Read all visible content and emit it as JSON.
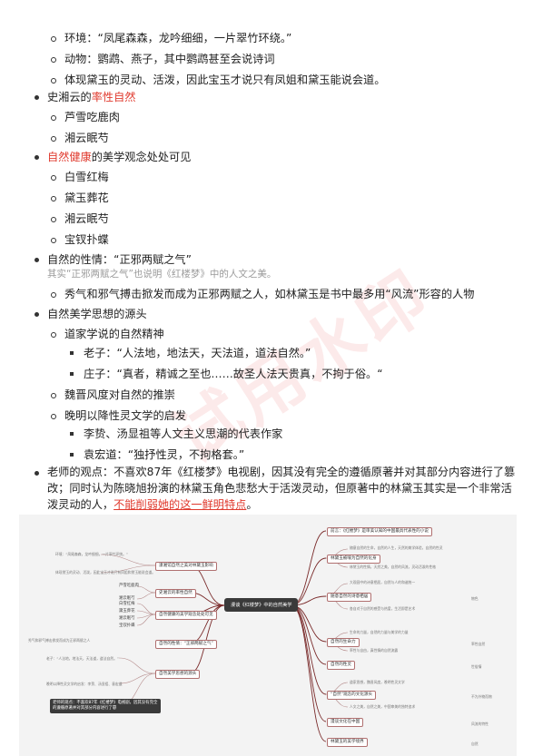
{
  "outline": {
    "env": "环境：“凤尾森森，龙吟细细，一片翠竹环绕。”",
    "animals": "动物：鹦鹉、燕子，其中鹦鹉甚至会说诗词",
    "reflect": "体现黛玉的灵动、活泼，因此宝玉才说只有凤姐和黛玉能说会道。",
    "xiangyun_pre": "史湘云的",
    "xiangyun_red": "率性自然",
    "lu": "芦雪吃鹿肉",
    "xiangyun_sleep": "湘云眠芍",
    "health_red": "自然健康",
    "health_rest": "的美学观念处处可见",
    "baixue": "白雪红梅",
    "daiyu_flowers": "黛玉葬花",
    "xiangyun_sleep2": "湘云眠芍",
    "baochai": "宝钗扑蝶",
    "nature": "自然的性情：“正邪两赋之气”",
    "nature_note": "其实“正邪两赋之气”也说明《红楼梦》中的人文之美。",
    "xiuqi": "秀气和邪气搏击掀发而成为正邪两赋之人，如林黛玉是书中最多用“风流”形容的人物",
    "source": "自然美学思想的源头",
    "taoism": "道家学说的自然精神",
    "laozi": "老子：“人法地，地法天，天法道，道法自然。”",
    "zhuangzi": "庄子：“真者，精诚之至也……故圣人法天贵真，不拘于俗。“",
    "weijin": "魏晋风度对自然的推崇",
    "wanming": "晚明以降性灵文学的启发",
    "lizhi": "李贽、汤显祖等人文主义思潮的代表作家",
    "yuan": "袁宏道：“独抒性灵，不拘格套。”",
    "teacher_1": "老师的观点：不喜欢87年《红楼梦》电视剧，因其没有完全的遵循原著并对其部分内容进行了篡",
    "teacher_2": "改；同时认为陈晓旭扮演的林黛玉角色悲愁大于活泼灵动，但原著中的林黛玉其实是一个非常活",
    "teacher_3_pre": "泼灵动的人，",
    "teacher_3_red": "不能削弱她的这一鲜明特点",
    "teacher_3_end": "。"
  },
  "watermark": "试用水印",
  "mindmap": {
    "center": "漫谈《红楼梦》中的自然美学",
    "right": [
      "前言：《红楼梦》是审美认知的中国最具代表性的小说",
      "林黛玉被喻为自然的化身",
      "随意自然的诗意栖居",
      "自然的生命力",
      "自然的性灵",
      "“自然”观念的文化源头",
      "漫谈文化在中国",
      "林黛玉的美学境界"
    ],
    "left": [
      "潇湘馆自然之美对林黛玉影响",
      "史湘云的率性自然",
      "自然健康的美学观念处处可见",
      "自然的性情：“正邪两赋之气”",
      "自然美学思想的源头"
    ],
    "left_leaf": [
      "芦雪吃鹿肉",
      "湘云眠芍",
      "白雪红梅",
      "黛玉葬花",
      "湘云眠芍",
      "宝钗扑蝶"
    ],
    "right_red": [
      "物色",
      "率性自然",
      "世俗情",
      "不为外物而物",
      "风流的特性",
      "自然"
    ]
  }
}
